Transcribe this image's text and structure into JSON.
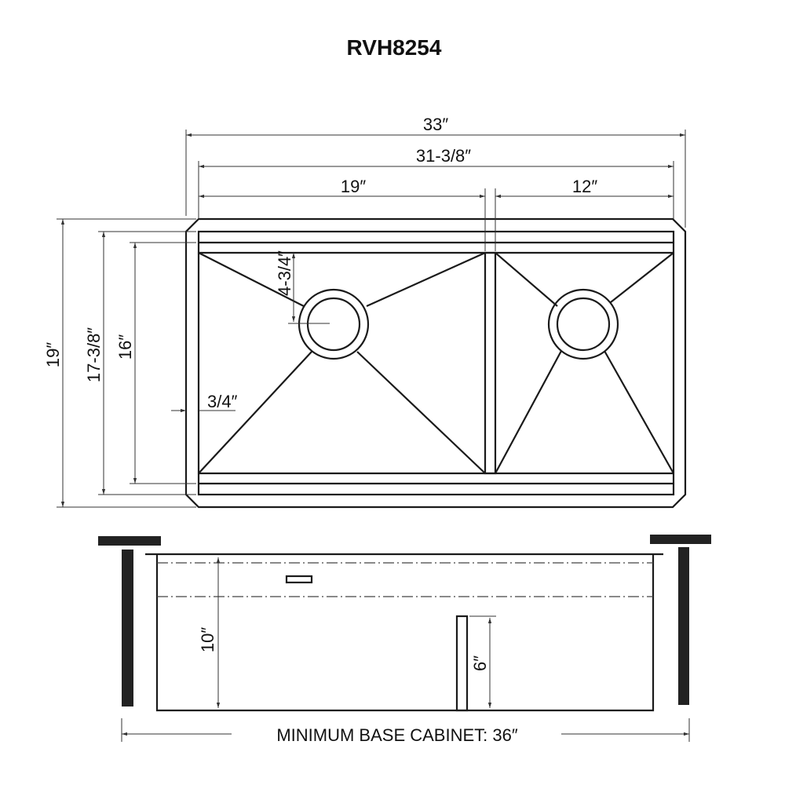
{
  "title": "RVH8254",
  "top_view": {
    "overall_width": "33″",
    "inner_width": "31-3/8″",
    "left_bowl_width": "19″",
    "right_bowl_width": "12″",
    "overall_depth": "19″",
    "inner_depth": "17-3/8″",
    "bowl_depth": "16″",
    "ledge_offset": "3/4″",
    "drain_offset": "4-3/4″"
  },
  "side_view": {
    "bowl_height": "10″",
    "divider_height": "6″",
    "cabinet_label": "MINIMUM BASE CABINET: 36″"
  },
  "colors": {
    "line": "#1a1a1a",
    "background": "#ffffff"
  }
}
